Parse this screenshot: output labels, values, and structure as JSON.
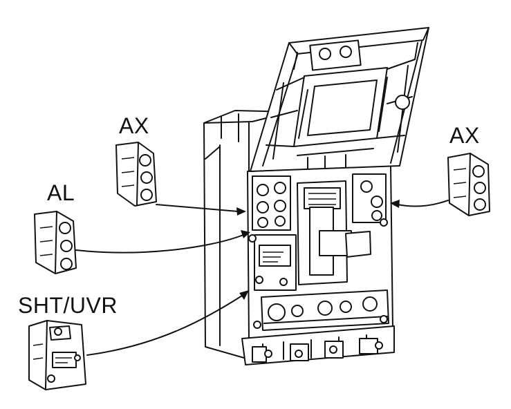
{
  "labels": {
    "ax_left": "AX",
    "ax_right": "AX",
    "al": "AL",
    "sht_uvr": "SHT/UVR"
  },
  "colors": {
    "line": "#111111",
    "background": "#ffffff"
  }
}
